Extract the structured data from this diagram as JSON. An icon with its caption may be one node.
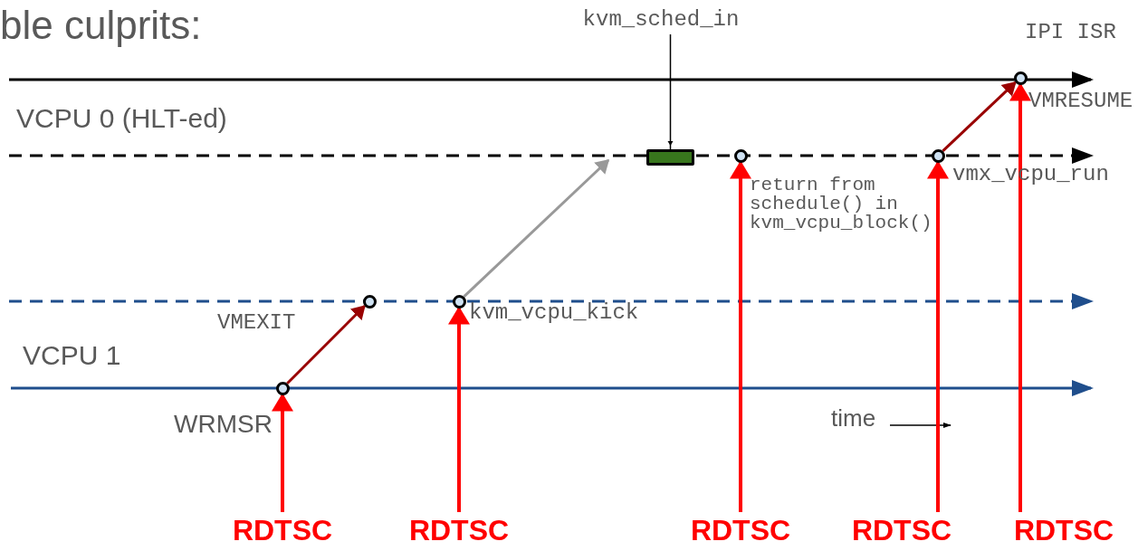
{
  "diagram": {
    "title": "ble culprits:",
    "nodes": [
      {
        "text": [],
        "shape": "circle",
        "beside": [
          "WRMSR"
        ]
      },
      {
        "text": [],
        "shape": "circle",
        "beside": [
          "VMEXIT"
        ]
      },
      {
        "text": [],
        "shape": "circle",
        "beside": [
          "kvm_vcpu_kick"
        ]
      },
      {
        "text": [],
        "shape": "bar"
      },
      {
        "text": [
          "kvm_sched_in"
        ]
      },
      {
        "text": [],
        "shape": "circle",
        "beside": [
          "return from schedule() in kvm_vcpu_block()"
        ]
      },
      {
        "text": [],
        "shape": "circle",
        "beside": [
          "vmx_vcpu_run"
        ]
      },
      {
        "text": [],
        "shape": "circle",
        "beside": [
          "IPI ISR",
          "VMRESUME"
        ]
      },
      {
        "text": [
          "RDTSC"
        ]
      },
      {
        "text": [
          "RDTSC"
        ]
      },
      {
        "text": [
          "RDTSC"
        ]
      },
      {
        "text": [
          "RDTSC"
        ]
      },
      {
        "text": [
          "RDTSC"
        ]
      }
    ],
    "edges": [
      {
        "from": 0,
        "to": 1,
        "arrow": "to",
        "color": "#990000"
      },
      {
        "from": 2,
        "to": null,
        "arrow": "to",
        "color": "#999999"
      },
      {
        "from": 4,
        "to": 3,
        "arrow": "to",
        "color": "#000000"
      },
      {
        "from": 6,
        "to": 7,
        "arrow": "to",
        "color": "#990000"
      },
      {
        "from": 8,
        "to": 0,
        "arrow": "to"
      },
      {
        "from": 9,
        "to": 2,
        "arrow": "to"
      },
      {
        "from": 10,
        "to": 5,
        "arrow": "to"
      },
      {
        "from": 11,
        "to": 6,
        "arrow": "to"
      },
      {
        "from": 12,
        "to": 7,
        "arrow": "to"
      }
    ],
    "labels": [
      "VCPU 0 (HLT-ed)",
      "VCPU 1",
      "time"
    ]
  }
}
